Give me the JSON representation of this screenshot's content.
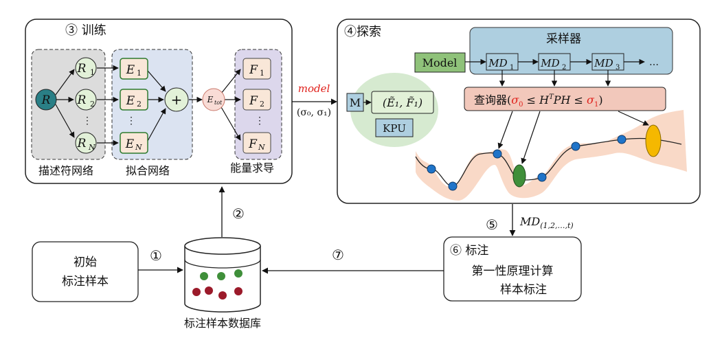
{
  "train": {
    "title": "③ 训练",
    "R": "R",
    "Rlabels": [
      "R",
      "R",
      "R"
    ],
    "Rsubs": [
      "1",
      "2",
      "N"
    ],
    "Elabels": [
      "E",
      "E",
      "E"
    ],
    "Esubs": [
      "1",
      "2",
      "N"
    ],
    "plus": "+",
    "Etot": "E",
    "Etot_sub": "tot",
    "Flabels": [
      "F",
      "F",
      "F"
    ],
    "Fsubs": [
      "1",
      "2",
      "N"
    ],
    "dots": "⋮",
    "desc_net": "描述符网络",
    "fit_net": "拟合网络",
    "energy_deriv": "能量求导"
  },
  "link": {
    "model": "model",
    "sigma": "(σ₀, σ₁)"
  },
  "explore": {
    "title": "④探索",
    "sampler": "采样器",
    "model_btn": "Model",
    "md_labels": [
      "MD",
      "MD",
      "MD"
    ],
    "md_subs": [
      "1",
      "2",
      "3"
    ],
    "ellipsis": "…",
    "query_prefix": "查询器(",
    "query_s0": "σ",
    "query_s0_sub": "0",
    "query_mid": " ≤ H",
    "query_T": "T",
    "query_ph": "PH ≤ ",
    "query_s1": "σ",
    "query_s1_sub": "1",
    "query_suffix": ")",
    "M": "M",
    "tuple": "(Ẽ₁, F̃₁)",
    "kpu": "KPU"
  },
  "steps": {
    "s2": "②",
    "s5": "⑤",
    "s7": "⑦",
    "s1": "①",
    "md_seq": "MD",
    "md_seq_sub": "(1,2,…,t)"
  },
  "init": {
    "line1": "初始",
    "line2": "标注样本"
  },
  "label": {
    "title": "⑥ 标注",
    "line1": "第一性原理计算",
    "line2": "样本标注"
  },
  "db": {
    "caption": "标注样本数据库"
  },
  "colors": {
    "red": "#e0201b",
    "teal": "#2a7f86",
    "green": "#3f8f3a",
    "blue": "#1f74c9",
    "yellow": "#f5b800"
  }
}
